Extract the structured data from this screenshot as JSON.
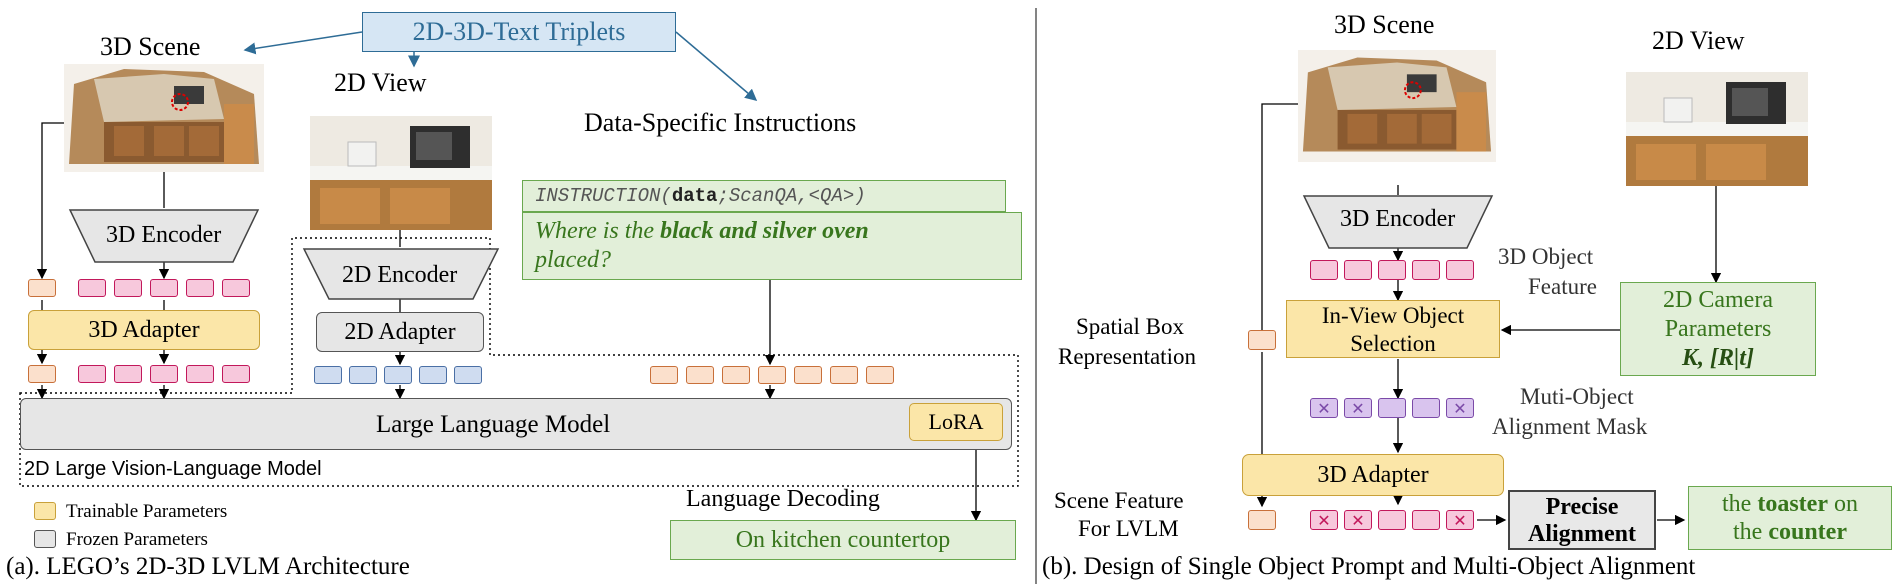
{
  "left_panel": {
    "triplets": "2D-3D-Text Triplets",
    "scene_label": "3D Scene",
    "view_label": "2D View",
    "instructions_label": "Data-Specific Instructions",
    "instruction_prefix": "INSTRUCTION(",
    "instruction_data": "data",
    "instruction_suffix": ";ScanQA,<QA>)",
    "question_part1": "Where is the ",
    "question_bold": "black and silver oven",
    "question_part2": "placed?",
    "encoder_3d": "3D Encoder",
    "adapter_3d": "3D Adapter",
    "encoder_2d": "2D Encoder",
    "adapter_2d": "2D Adapter",
    "llm": "Large Language Model",
    "lora": "LoRA",
    "lvlm": "2D Large Vision-Language Model",
    "legend_trainable": "Trainable Parameters",
    "legend_frozen": "Frozen Parameters",
    "decoding": "Language Decoding",
    "answer": "On kitchen countertop",
    "caption": "(a). LEGO’s 2D-3D LVLM Architecture"
  },
  "right_panel": {
    "scene_label": "3D Scene",
    "view_label": "2D View",
    "encoder_3d": "3D Encoder",
    "object_feature_line1": "3D Object",
    "object_feature_line2": "Feature",
    "camera_line1": "2D Camera",
    "camera_line2": "Parameters",
    "camera_formula": "K, [R|t]",
    "spatial_line1": "Spatial Box",
    "spatial_line2": "Representation",
    "selection_line1": "In-View Object",
    "selection_line2": "Selection",
    "mask_line1": "Muti-Object",
    "mask_line2": "Alignment Mask",
    "adapter_3d": "3D Adapter",
    "scene_feature_line1": "Scene Feature",
    "scene_feature_line2": "For LVLM",
    "precise_line1": "Precise",
    "precise_line2": "Alignment",
    "toaster_the": "the ",
    "toaster_obj": "toaster",
    "toaster_on": " on",
    "counter_the": "the ",
    "counter_obj": "counter",
    "caption": "(b). Design of Single Object Prompt and Multi-Object Alignment"
  },
  "colors": {
    "adapter_fill": "#fbe6a8",
    "adapter_border": "#c9a13a",
    "green_fill": "#e2efd9",
    "green_border": "#6aa84f",
    "blue_fill": "#d6e6f4",
    "blue_text": "#2e6c96",
    "pink_fill": "#f7c8dc",
    "pink_border": "#c2185b",
    "orange_fill": "#fbe0cc",
    "orange_border": "#c8703a",
    "purple_fill": "#d9c4ee",
    "purple_border": "#7b4aa8",
    "token_blue_fill": "#cfdcf0",
    "token_blue_border": "#4a6fa5",
    "frozen_fill": "#e6e6e6",
    "frozen_border": "#555555"
  }
}
